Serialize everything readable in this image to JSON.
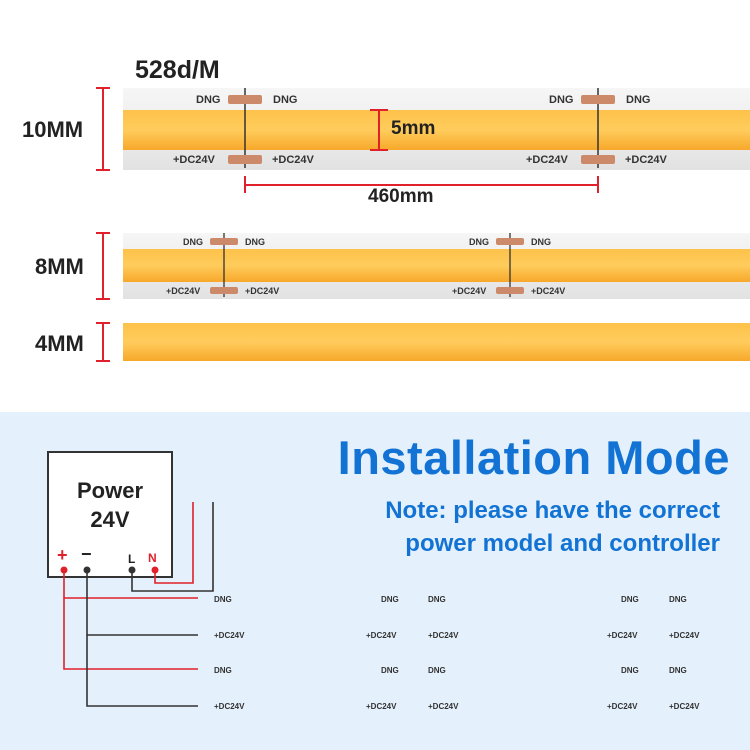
{
  "density": "528d/M",
  "strips": [
    {
      "size_label": "10MM"
    },
    {
      "size_label": "8MM"
    },
    {
      "size_label": "4MM"
    }
  ],
  "dims": {
    "height": "5mm",
    "cut_length": "460mm"
  },
  "pad_labels": {
    "top": "DNG",
    "bottom": "+DC24V"
  },
  "installation": {
    "title": "Installation Mode",
    "note_line1": "Note: please have the correct",
    "note_line2": "power model and controller"
  },
  "psu": {
    "title": "Power",
    "voltage": "24V",
    "terminals": [
      "+",
      "−",
      "L",
      "N"
    ]
  },
  "colors": {
    "led_amber": "#fdb930",
    "pad_copper": "#cc8a6a",
    "dimension_red": "#e0202a",
    "title_blue": "#1273d4",
    "panel_bg": "#e4f0fb"
  }
}
